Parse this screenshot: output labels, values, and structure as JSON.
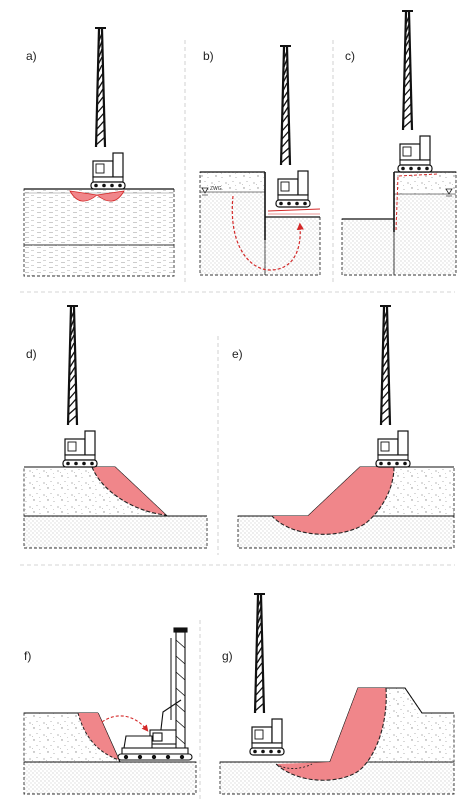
{
  "panels": [
    {
      "id": "a",
      "label": "a)"
    },
    {
      "id": "b",
      "label": "b)",
      "water_label": "ZWG"
    },
    {
      "id": "c",
      "label": "c)"
    },
    {
      "id": "d",
      "label": "d)"
    },
    {
      "id": "e",
      "label": "e)"
    },
    {
      "id": "f",
      "label": "f)"
    },
    {
      "id": "g",
      "label": "g)"
    }
  ],
  "colors": {
    "failure_fill": "#f0868a",
    "failure_line": "#d42828",
    "ink": "#1a1a1a",
    "separator": "#bdbdbd"
  },
  "icons": [
    "drilling-rig-icon",
    "crane-icon",
    "groundwater-level-icon"
  ]
}
